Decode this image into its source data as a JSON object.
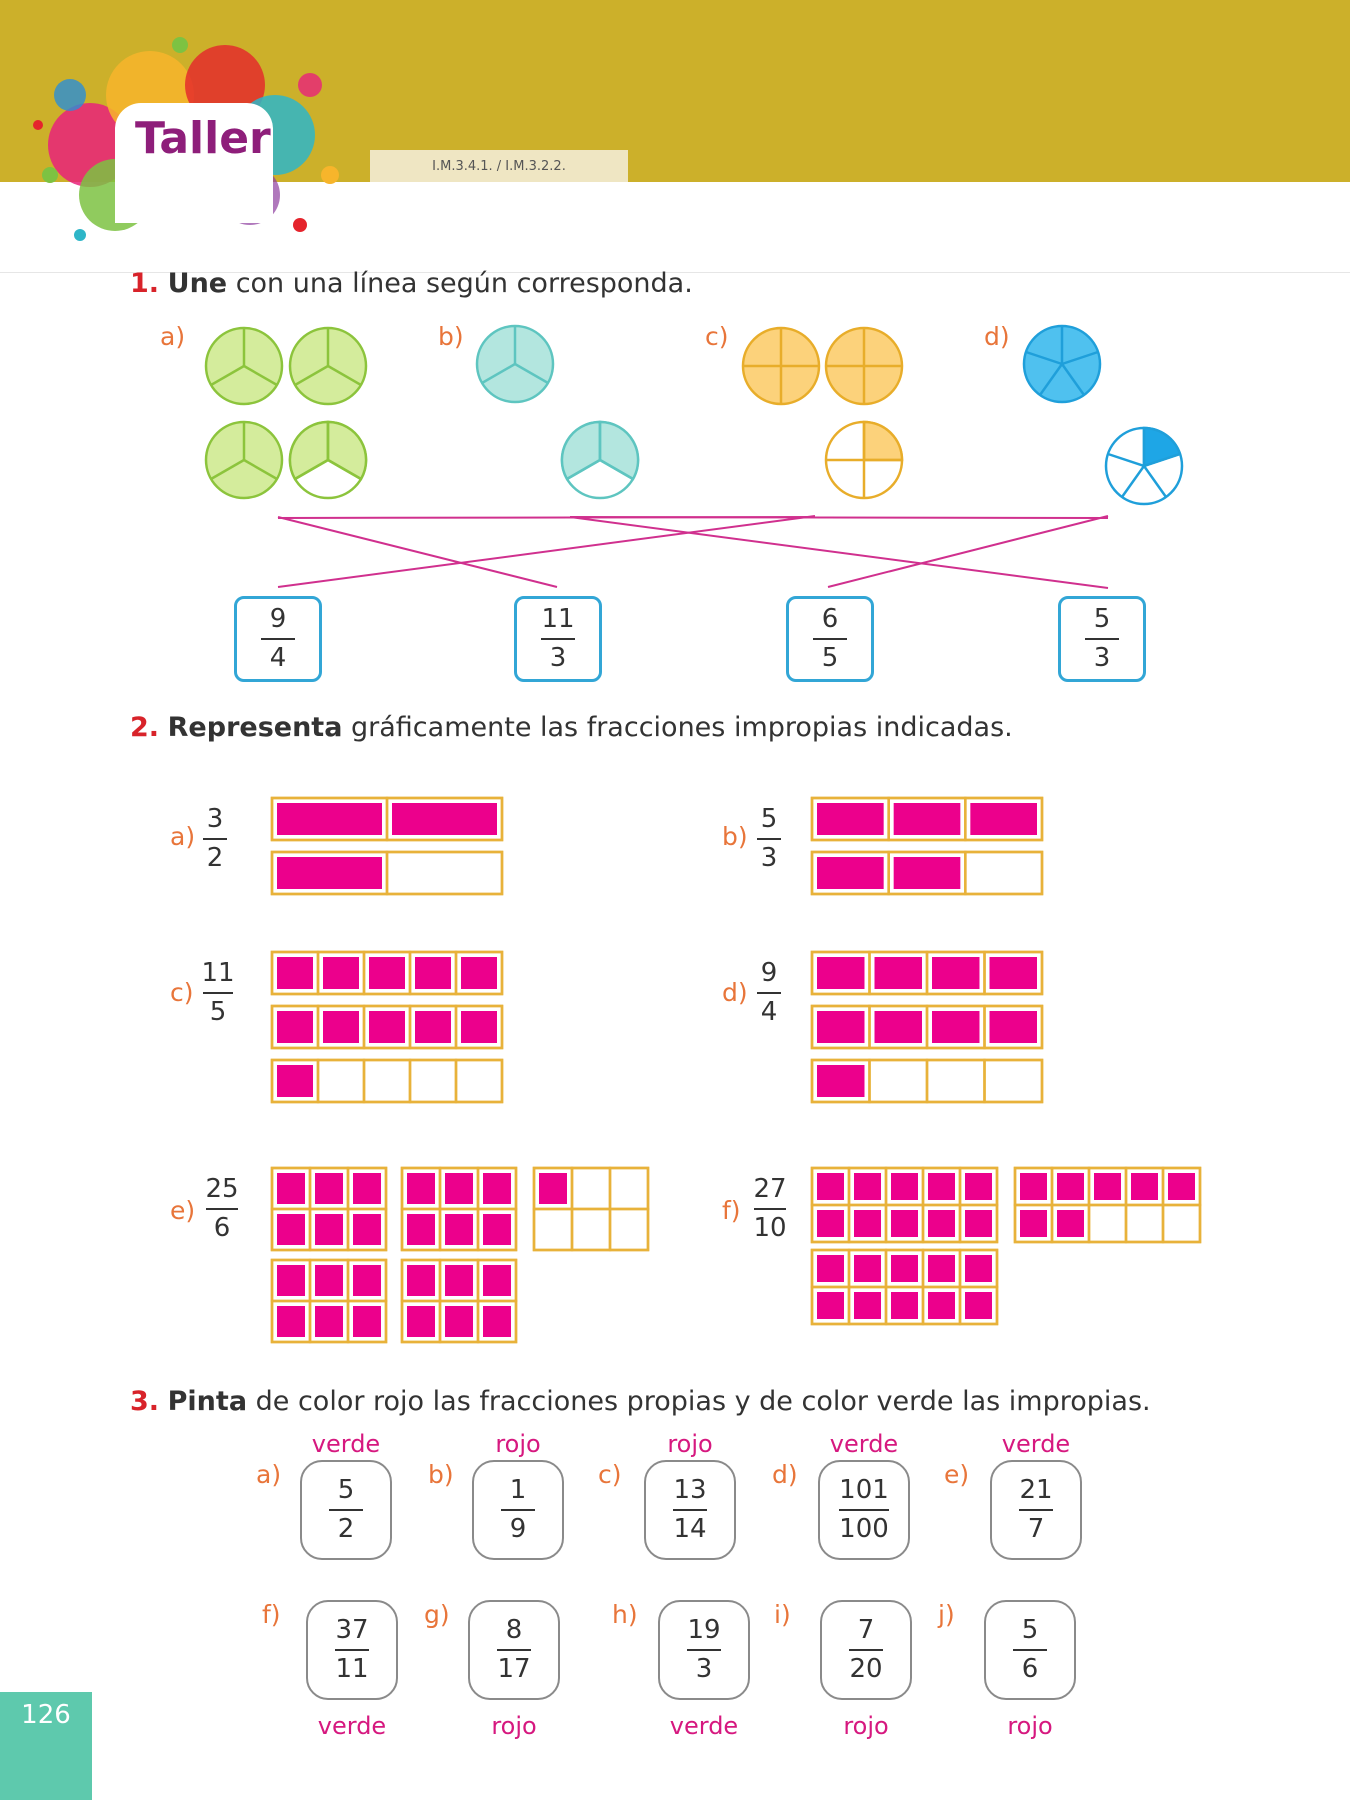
{
  "header": {
    "title": "Taller",
    "code": "I.M.3.4.1. / I.M.3.2.2."
  },
  "q1": {
    "number": "1.",
    "verb": "Une",
    "text": " con una línea según corresponda.",
    "labels": [
      "a)",
      "b)",
      "c)",
      "d)"
    ],
    "fractions": [
      {
        "num": "9",
        "den": "4"
      },
      {
        "num": "11",
        "den": "3"
      },
      {
        "num": "6",
        "den": "5"
      },
      {
        "num": "5",
        "den": "3"
      }
    ]
  },
  "q2": {
    "number": "2.",
    "verb": "Representa",
    "text": " gráficamente las fracciones impropias indicadas.",
    "items": [
      {
        "label": "a)",
        "num": "3",
        "den": "2"
      },
      {
        "label": "b)",
        "num": "5",
        "den": "3"
      },
      {
        "label": "c)",
        "num": "11",
        "den": "5"
      },
      {
        "label": "d)",
        "num": "9",
        "den": "4"
      },
      {
        "label": "e)",
        "num": "25",
        "den": "6"
      },
      {
        "label": "f)",
        "num": "27",
        "den": "10"
      }
    ]
  },
  "q3": {
    "number": "3.",
    "verb": "Pinta",
    "text": " de color rojo las fracciones propias y de color verde las impropias.",
    "row1": [
      {
        "label": "a)",
        "num": "5",
        "den": "2",
        "answer": "verde"
      },
      {
        "label": "b)",
        "num": "1",
        "den": "9",
        "answer": "rojo"
      },
      {
        "label": "c)",
        "num": "13",
        "den": "14",
        "answer": "rojo"
      },
      {
        "label": "d)",
        "num": "101",
        "den": "100",
        "answer": "verde"
      },
      {
        "label": "e)",
        "num": "21",
        "den": "7",
        "answer": "verde"
      }
    ],
    "row2": [
      {
        "label": "f)",
        "num": "37",
        "den": "11",
        "answer": "verde"
      },
      {
        "label": "g)",
        "num": "8",
        "den": "17",
        "answer": "rojo"
      },
      {
        "label": "h)",
        "num": "19",
        "den": "3",
        "answer": "verde"
      },
      {
        "label": "i)",
        "num": "7",
        "den": "20",
        "answer": "rojo"
      },
      {
        "label": "j)",
        "num": "5",
        "den": "6",
        "answer": "rojo"
      }
    ]
  },
  "page_number": "126",
  "colors": {
    "magenta": "#ec008c",
    "orange_border": "#e8b23a",
    "green_circle": "#d4ec9c",
    "teal_circle": "#b3e6df",
    "orange_circle": "#fcd27b",
    "blue_circle": "#4fc1ef",
    "line_color": "#d0308e"
  }
}
